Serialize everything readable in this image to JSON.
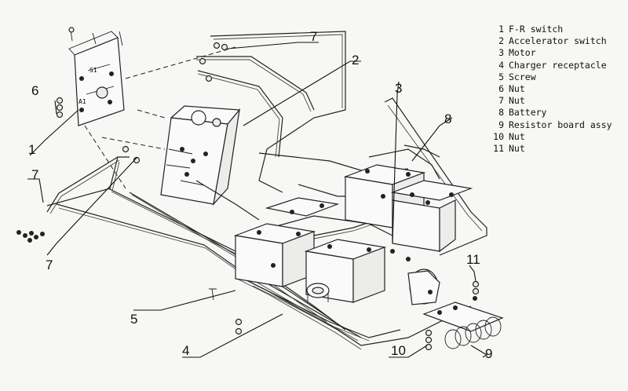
{
  "legend": [
    {
      "num": "1",
      "label": "F-R switch"
    },
    {
      "num": "2",
      "label": "Accelerator switch"
    },
    {
      "num": "3",
      "label": "Motor"
    },
    {
      "num": "4",
      "label": "Charger receptacle"
    },
    {
      "num": "5",
      "label": "Screw"
    },
    {
      "num": "6",
      "label": "Nut"
    },
    {
      "num": "7",
      "label": "Nut"
    },
    {
      "num": "8",
      "label": "Battery"
    },
    {
      "num": "9",
      "label": "Resistor board assy"
    },
    {
      "num": "10",
      "label": "Nut"
    },
    {
      "num": "11",
      "label": "Nut"
    }
  ],
  "callouts": {
    "c1": "1",
    "c2": "2",
    "c3": "3",
    "c4": "4",
    "c5": "5",
    "c6": "6",
    "c7a": "7",
    "c7b": "7",
    "c7c": "7",
    "c8": "8",
    "c9": "9",
    "c10": "10",
    "c11": "11"
  },
  "switch_labels": {
    "s1": "S1",
    "a1": "A1"
  }
}
